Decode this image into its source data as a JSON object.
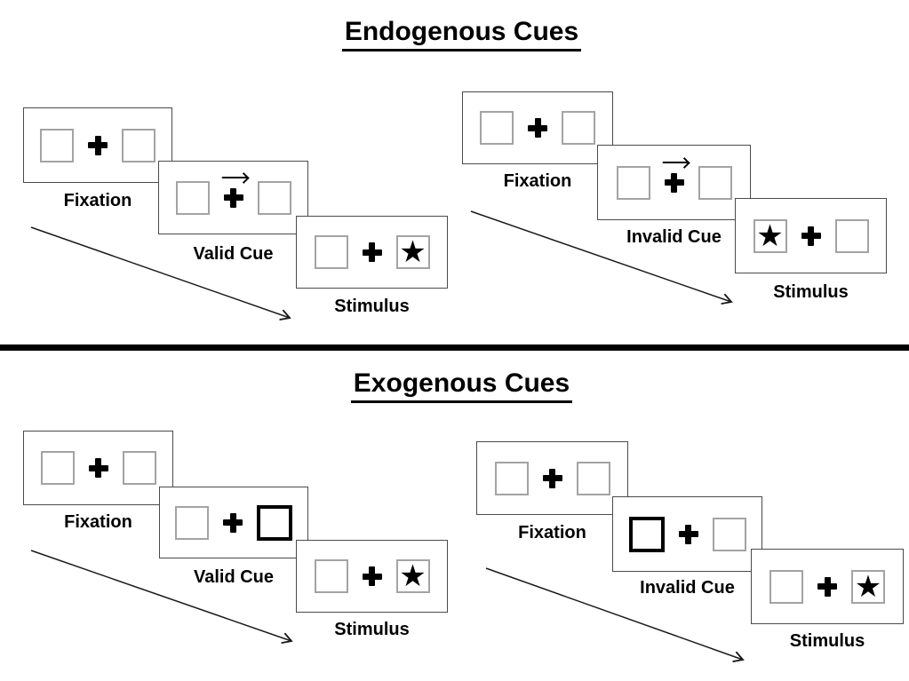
{
  "figure": {
    "kind": "posner-cueing-paradigm-diagram",
    "colors": {
      "ink": "#000000",
      "panel_border": "#4a4a4a",
      "box_border": "#a3a3a3",
      "background": "#ffffff"
    },
    "icons": {
      "plus": "fixation-cross",
      "star": "target-star",
      "cue_arrow": "right-arrow",
      "timeline_arrow": "diagonal-time-arrow"
    }
  },
  "sections": [
    {
      "id": "endogenous",
      "title": "Endogenous Cues",
      "groups": [
        {
          "name": "valid-trial",
          "panels": [
            {
              "label": "Fixation",
              "left_box": "empty",
              "center": "plus",
              "right_box": "empty"
            },
            {
              "label": "Valid Cue",
              "left_box": "empty",
              "center": "plus-right-arrow",
              "right_box": "empty"
            },
            {
              "label": "Stimulus",
              "left_box": "empty",
              "center": "plus",
              "right_box": "star"
            }
          ]
        },
        {
          "name": "invalid-trial",
          "panels": [
            {
              "label": "Fixation",
              "left_box": "empty",
              "center": "plus",
              "right_box": "empty"
            },
            {
              "label": "Invalid Cue",
              "left_box": "empty",
              "center": "plus-right-arrow",
              "right_box": "empty"
            },
            {
              "label": "Stimulus",
              "left_box": "star",
              "center": "plus",
              "right_box": "empty"
            }
          ]
        }
      ]
    },
    {
      "id": "exogenous",
      "title": "Exogenous Cues",
      "groups": [
        {
          "name": "valid-trial",
          "panels": [
            {
              "label": "Fixation",
              "left_box": "empty",
              "center": "plus",
              "right_box": "empty"
            },
            {
              "label": "Valid Cue",
              "left_box": "empty",
              "center": "plus",
              "right_box": "bold"
            },
            {
              "label": "Stimulus",
              "left_box": "empty",
              "center": "plus",
              "right_box": "star"
            }
          ]
        },
        {
          "name": "invalid-trial",
          "panels": [
            {
              "label": "Fixation",
              "left_box": "empty",
              "center": "plus",
              "right_box": "empty"
            },
            {
              "label": "Invalid Cue",
              "left_box": "bold",
              "center": "plus",
              "right_box": "empty"
            },
            {
              "label": "Stimulus",
              "left_box": "empty",
              "center": "plus",
              "right_box": "star"
            }
          ]
        }
      ]
    }
  ]
}
